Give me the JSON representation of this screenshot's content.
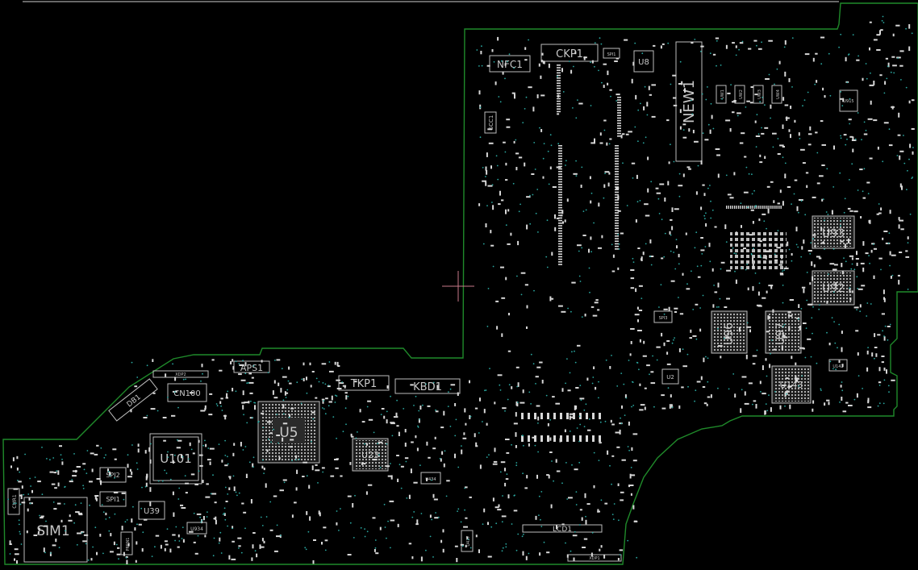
{
  "colors": {
    "background": "#000000",
    "outline": "#1f8a2a",
    "silk": "#c8c8c8",
    "via": "#2aa7a0",
    "cursor": "#c87a8a"
  },
  "components": {
    "nfc1": "NFC1",
    "ckp1": "CKP1",
    "spi1_top": "SPI1",
    "u8": "U8",
    "new1": "NEW1",
    "scc1": "SCC1",
    "u93": "U93",
    "u92": "U92",
    "u96": "U96",
    "u97": "U97",
    "u143": "U143",
    "u142": "U142",
    "u2": "U2",
    "spi3": "SPI3",
    "u915": "U915",
    "aps1": "APS1",
    "xdp2": "XDP2",
    "cn100": "CN100",
    "db1": "DB1",
    "tkp1": "TKP1",
    "kbd1": "KBD1",
    "u5": "U5",
    "u23": "U23",
    "u101": "U101",
    "spi2": "SPI2",
    "spi1": "SPI1",
    "u39": "U39",
    "u934": "U934",
    "sim1": "SIM1",
    "cmr1": "CMR1",
    "prrn1": "PRRN1",
    "u434": "U434",
    "u437": "U437",
    "lcd1": "LCD1",
    "xdp1": "XDP1",
    "uw1": "UW1",
    "uw2": "UW2",
    "uw3": "UW3",
    "uw4": "UW4"
  }
}
